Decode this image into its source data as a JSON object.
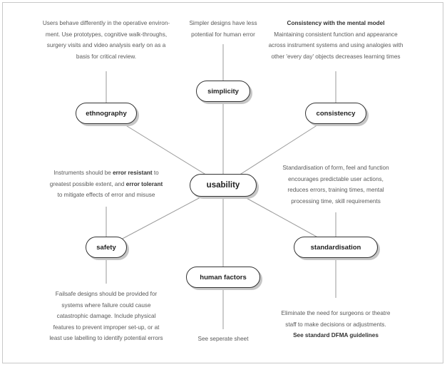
{
  "center": {
    "label": "usability"
  },
  "nodes": {
    "simplicity": {
      "label": "simplicity"
    },
    "ethnography": {
      "label": "ethnography"
    },
    "consistency": {
      "label": "consistency"
    },
    "safety": {
      "label": "safety"
    },
    "standardisation": {
      "label": "standardisation"
    },
    "human_factors": {
      "label": "human factors"
    }
  },
  "descriptions": {
    "ethnography": [
      "Users behave differently in the operative environ-",
      "ment. Use prototypes, cognitive walk-throughs,",
      "surgery visits and video analysis early on as a",
      "basis for critical review."
    ],
    "simplicity": [
      "Simpler designs have less",
      "potential for human error"
    ],
    "consistency": {
      "heading": "Consistency with the mental model",
      "lines": [
        "Maintaining consistent function and appearance",
        "across instrument systems and using analogies with",
        "other 'every day' objects decreases learning times"
      ]
    },
    "safety_top": {
      "line1_pre": "Instruments should be ",
      "line1_bold": "error resistant",
      "line1_post": " to",
      "line2_pre": "greatest possible extent, and ",
      "line2_bold": "error tolerant",
      "line3": "to mitigate effects of error and misuse"
    },
    "standardisation_top": [
      "Standardisation of form, feel and function",
      "encourages predictable user actions,",
      "reduces errors, training times, mental",
      "processing time, skill requirements"
    ],
    "safety_bottom": [
      "Failsafe designs should be provided for",
      "systems where failure could cause",
      "catastrophic damage. Include physical",
      "features to prevent improper set-up, or at",
      "least use labelling to identify potential errors"
    ],
    "human_factors": [
      "See seperate sheet"
    ],
    "standardisation_bottom": {
      "lines": [
        "Eliminate the need for surgeons or theatre",
        "staff to make decisions or adjustments."
      ],
      "link": "See standard DFMA guidelines"
    }
  }
}
